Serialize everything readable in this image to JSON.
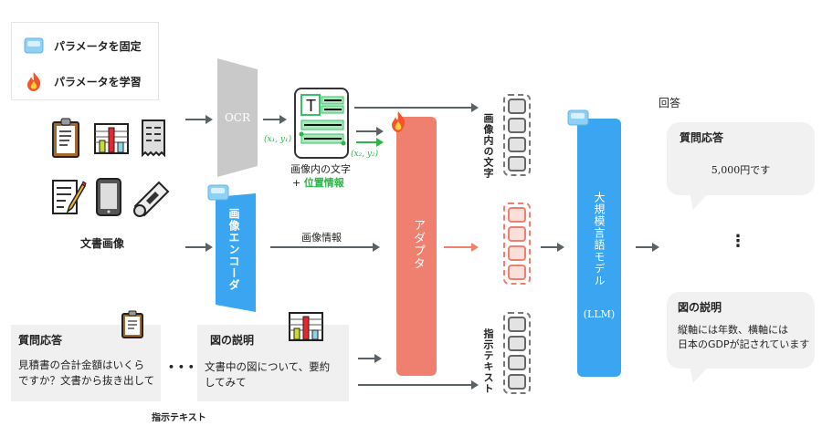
{
  "legend": {
    "frozen": {
      "icon": "ice-cube-icon",
      "label": "パラメータを固定"
    },
    "trained": {
      "icon": "fire-icon",
      "label": "パラメータを学習"
    }
  },
  "inputs": {
    "document_images_label": "文書画像",
    "document_icons": [
      "clipboard-icon",
      "bar-chart-icon",
      "receipt-icon",
      "document-pencil-icon",
      "tablet-icon",
      "newspaper-icon"
    ]
  },
  "ocr": {
    "label": "OCR",
    "coord1": "(x₁, y₁)",
    "coord2": "(x₂, y₂)",
    "output_label_line1": "画像内の文字",
    "output_label_line2_prefix": "+",
    "output_label_line2": "位置情報"
  },
  "image_encoder": {
    "label": "画像エンコーダ",
    "image_info_label": "画像情報"
  },
  "adapter": {
    "label": "アダプタ"
  },
  "tokens": {
    "text_in_image_label": "画像内の文字",
    "instruction_text_label": "指示テキスト"
  },
  "llm": {
    "label": "大規模言語モデル",
    "abbr": "(LLM)"
  },
  "answers": {
    "heading": "回答",
    "qa": {
      "title": "質問応答",
      "text": "5,000円です"
    },
    "ellipsis": "⋮",
    "figure": {
      "title": "図の説明",
      "line1": "縦軸には年数、横軸には",
      "line2": "日本のGDPが記されています"
    }
  },
  "instructions": {
    "qa": {
      "title": "質問応答",
      "line1": "見積書の合計金額はいくら",
      "line2": "ですか？文書から抜き出して"
    },
    "ellipsis": "• • •",
    "figure": {
      "title": "図の説明",
      "line1": "文書中の図について、要約",
      "line2": "してみて"
    },
    "caption": "指示テキスト"
  },
  "colors": {
    "frozen_blue": "#3aa6f2",
    "adapter_red": "#ef7f6e",
    "ocr_gray": "#c9c9c9",
    "ocr_green": "#2fb34a",
    "arrow_gray": "#5b6266"
  }
}
